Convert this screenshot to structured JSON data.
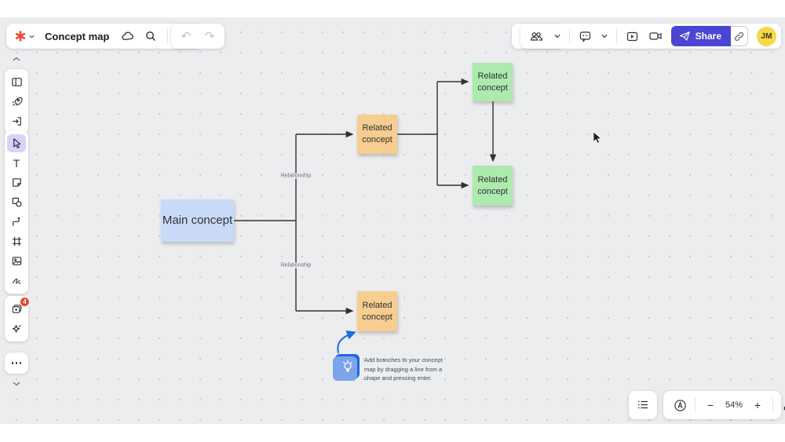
{
  "header": {
    "board_title": "Concept map",
    "share_label": "Share",
    "avatar_initials": "JM",
    "undo_glyph": "↶",
    "redo_glyph": "↷"
  },
  "sidebar": {
    "text_tool_glyph": "T",
    "notification_badge": "4",
    "active_tool": "select"
  },
  "canvas": {
    "stickies": [
      {
        "name": "main-concept",
        "text": "Main concept",
        "color": "#c9daf8"
      },
      {
        "name": "related-concept-top",
        "text": "Related concept",
        "color": "#f7cd90"
      },
      {
        "name": "related-concept-bottom",
        "text": "Related concept",
        "color": "#f7cd90"
      },
      {
        "name": "related-concept-green-top",
        "text": "Related concept",
        "color": "#aceaad"
      },
      {
        "name": "related-concept-green-bottom",
        "text": "Related concept",
        "color": "#aceaad"
      }
    ],
    "connector_labels": [
      {
        "text": "Relationship"
      },
      {
        "text": "Relationship"
      }
    ],
    "tip": {
      "lines": [
        "Add branches to your concept",
        "map by dragging a line from a",
        "shape and pressing enter."
      ],
      "accent_color": "#1e6ae1"
    }
  },
  "footer": {
    "zoom_level": "54%",
    "minus_glyph": "−",
    "plus_glyph": "+",
    "accessibility_glyph": "A"
  },
  "colors": {
    "share_button": "#4a46d2",
    "avatar_bg": "#f6d84a",
    "badge_red": "#e8432e",
    "logo_red": "#ea4a36",
    "active_tool_bg": "#d8d2fb",
    "canvas_bg": "#ecedef",
    "sticky_blue": "#c9daf8",
    "sticky_orange": "#f7cd90",
    "sticky_green": "#aceaad"
  }
}
